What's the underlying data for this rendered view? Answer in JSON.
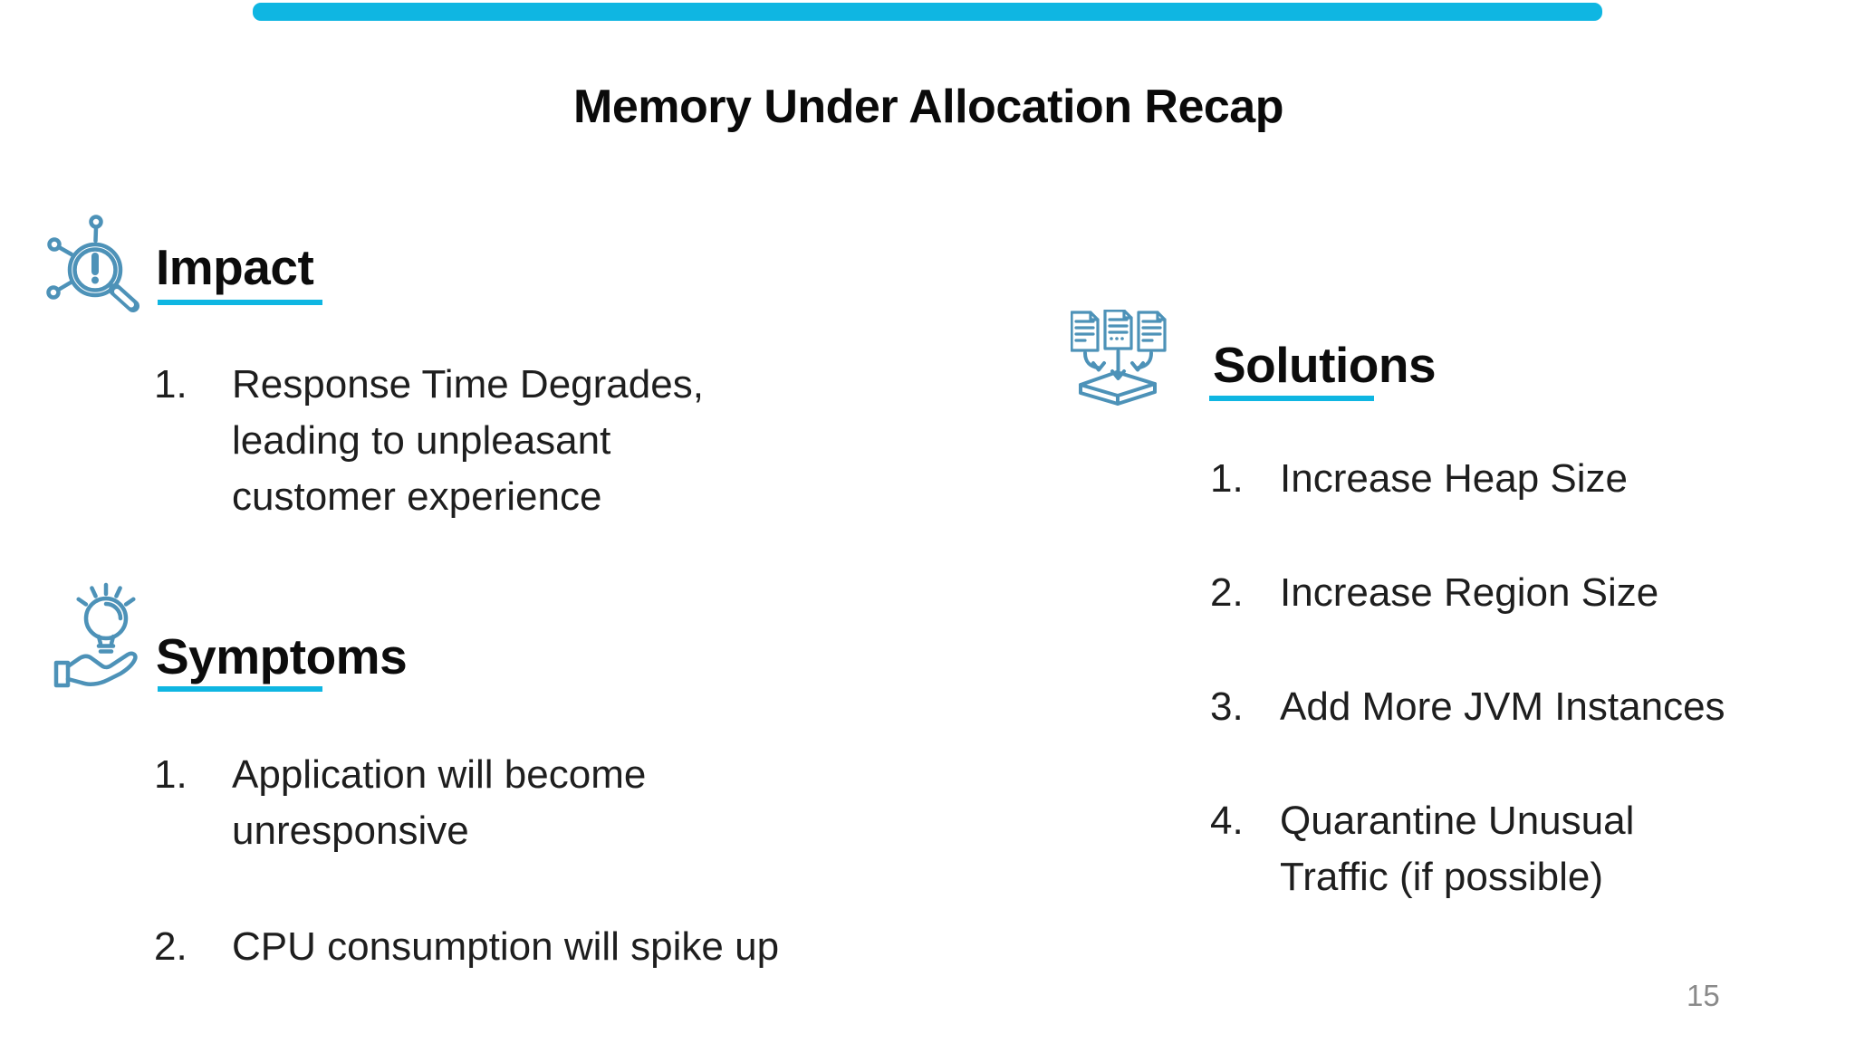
{
  "slide": {
    "title": "Memory Under Allocation Recap",
    "page_number": "15"
  },
  "theme": {
    "accent_color": "#0fb6e2",
    "icon_color": "#4d92b8",
    "heading_color": "#0c0c0c",
    "body_text_color": "#1e1e1e",
    "page_number_color": "#8a8a8a"
  },
  "sections": [
    {
      "heading": "Impact",
      "icon": "magnifier-alert-icon",
      "items": [
        "Response Time Degrades, leading to unpleasant customer experience"
      ]
    },
    {
      "heading": "Symptoms",
      "icon": "hand-lightbulb-icon",
      "items": [
        "Application will become unresponsive",
        "CPU consumption will spike up"
      ]
    },
    {
      "heading": "Solutions",
      "icon": "documents-to-box-icon",
      "items": [
        "Increase Heap Size",
        "Increase Region Size",
        "Add More JVM Instances",
        "Quarantine Unusual Traffic (if possible)"
      ]
    }
  ]
}
